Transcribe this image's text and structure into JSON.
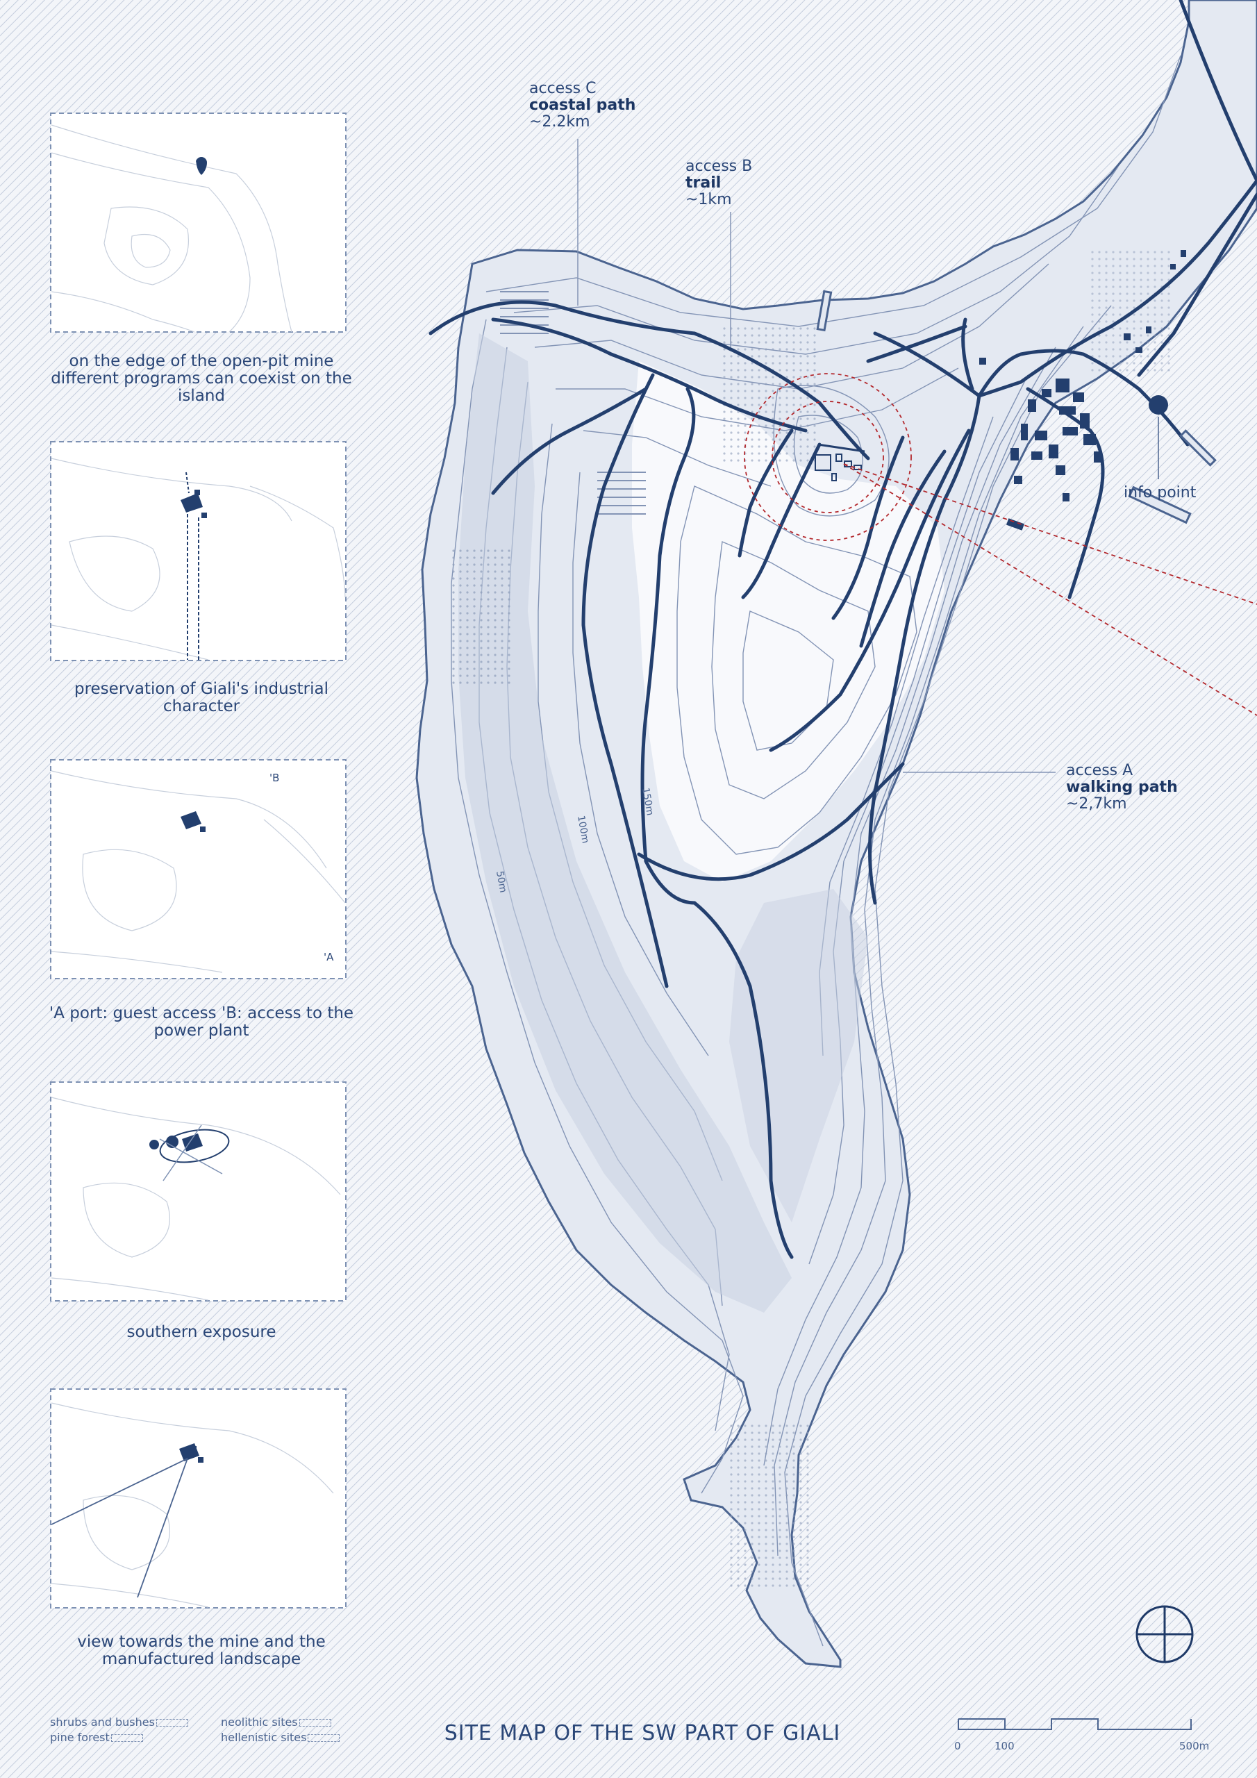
{
  "map": {
    "title": "SITE MAP OF THE SW PART OF GIALI",
    "access": [
      {
        "name": "access C",
        "type": "coastal path",
        "dist": "~2.2km"
      },
      {
        "name": "access B",
        "type": "trail",
        "dist": "~1km"
      },
      {
        "name": "access A",
        "type": "walking path",
        "dist": "~2,7km"
      }
    ],
    "info_point": "info point",
    "contours": [
      "50m",
      "100m",
      "150m"
    ]
  },
  "panels": [
    {
      "caption": "on the edge of the open-pit mine different programs can coexist on the island"
    },
    {
      "caption": "preservation of Giali's industrial character"
    },
    {
      "caption": "'A port: guest access 'B: access to the power plant",
      "marks": [
        "'B",
        "'A"
      ]
    },
    {
      "caption": "southern exposure"
    },
    {
      "caption": "view towards the mine and the manufactured landscape"
    }
  ],
  "legend": {
    "items": [
      "shrubs and bushes",
      "pine forest",
      "neolithic sites",
      "hellenistic sites"
    ]
  },
  "scale": {
    "ticks": [
      "0",
      "100",
      "500m"
    ]
  },
  "colors": {
    "ink": "#1f3a68",
    "land": "#e4e9f2",
    "sea": "#f3f5f9",
    "accent": "#b3282d"
  },
  "icons": [
    "north-arrow-icon",
    "location-pin-icon"
  ]
}
